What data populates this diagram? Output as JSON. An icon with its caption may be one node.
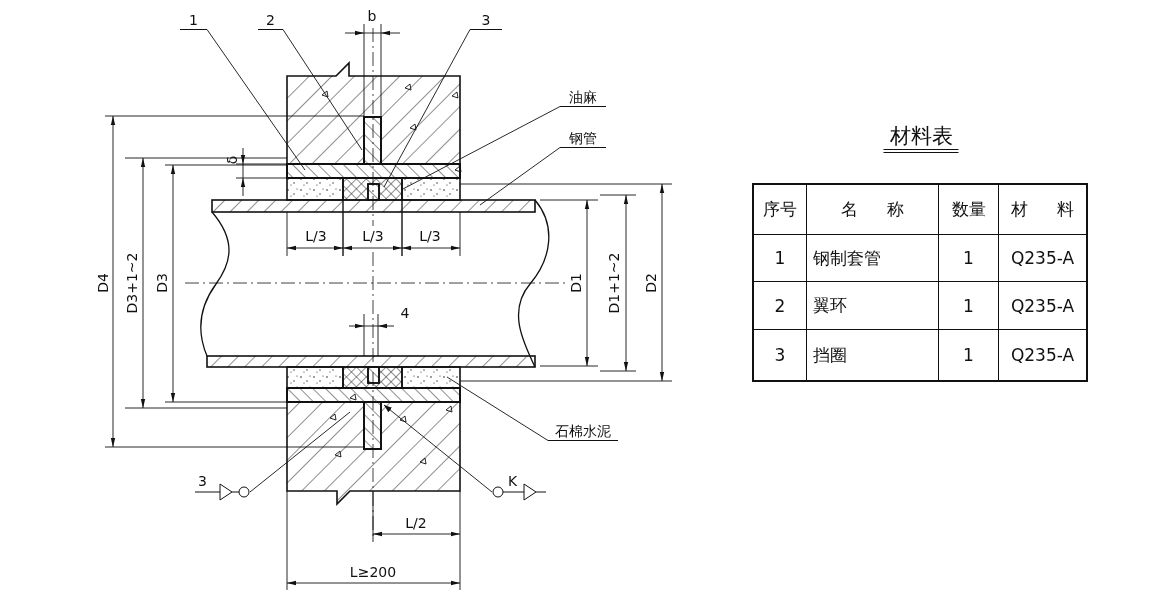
{
  "diagram": {
    "nodes": [
      {
        "text": [
          "1"
        ]
      },
      {
        "text": [
          "2"
        ]
      },
      {
        "text": [
          "3"
        ]
      },
      {
        "text": [
          "油麻"
        ]
      },
      {
        "text": [
          "钢管"
        ]
      },
      {
        "text": [
          "石棉水泥"
        ]
      },
      {
        "text": [
          "3"
        ]
      },
      {
        "text": [
          "K"
        ]
      }
    ],
    "edges": [
      {
        "from": 0,
        "to": null,
        "arrow": "none"
      },
      {
        "from": 1,
        "to": null,
        "arrow": "none"
      },
      {
        "from": 2,
        "to": null,
        "arrow": "none"
      },
      {
        "from": 3,
        "to": null,
        "arrow": "none"
      },
      {
        "from": 4,
        "to": null,
        "arrow": "none"
      },
      {
        "from": 5,
        "to": null,
        "arrow": "none"
      },
      {
        "from": 6,
        "to": null,
        "arrow": "none"
      },
      {
        "from": 7,
        "to": null,
        "arrow": "to"
      }
    ],
    "labels": [
      "b",
      "δ",
      "L/3",
      "L/3",
      "L/3",
      "D4",
      "D3+1~2",
      "D3",
      "D1",
      "D1+1~2",
      "D2",
      "4",
      "L/2",
      "L≥200",
      "材料表",
      "序号",
      "名 称",
      "数量",
      "材 料",
      "1",
      "钢制套管",
      "1",
      "Q235-A",
      "2",
      "翼环",
      "1",
      "Q235-A",
      "3",
      "挡圈",
      "1",
      "Q235-A"
    ]
  }
}
